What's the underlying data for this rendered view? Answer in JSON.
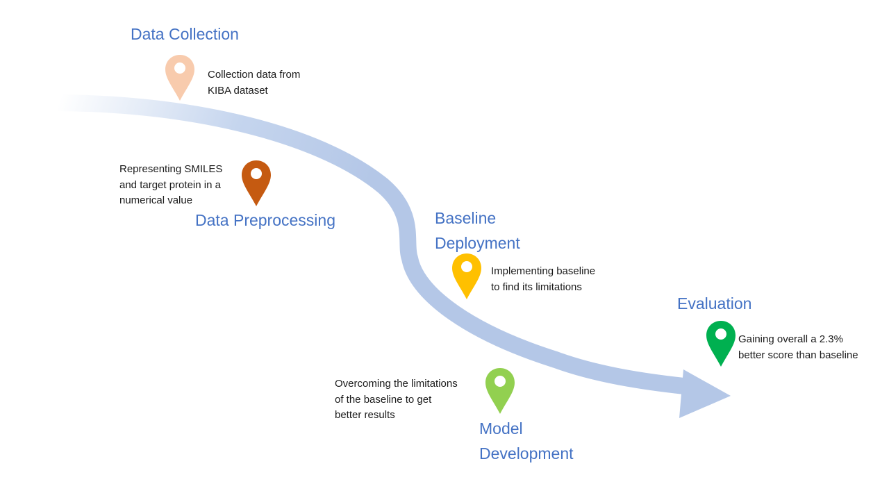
{
  "colors": {
    "path": "#b4c7e7",
    "title": "#4472c4",
    "pin_data_collection": "#f8cbad",
    "pin_data_preprocessing": "#c55a11",
    "pin_baseline_deployment": "#ffc000",
    "pin_model_development": "#92d050",
    "pin_evaluation": "#00b050"
  },
  "icons": {
    "marker": "map-pin-icon",
    "arrow": "arrow-head-icon"
  },
  "stages": {
    "data_collection": {
      "title": [
        "Data Collection"
      ],
      "description": [
        "Collection data from",
        "KIBA dataset"
      ]
    },
    "data_preprocessing": {
      "title": [
        "Data Preprocessing"
      ],
      "description": [
        "Representing SMILES",
        "and target protein in a",
        "numerical value"
      ]
    },
    "baseline_deployment": {
      "title": [
        "Baseline",
        "Deployment"
      ],
      "description": [
        "Implementing baseline",
        "to find its limitations"
      ]
    },
    "model_development": {
      "title": [
        "Model",
        "Development"
      ],
      "description": [
        "Overcoming the limitations",
        "of the baseline to get",
        "better results"
      ]
    },
    "evaluation": {
      "title": [
        "Evaluation"
      ],
      "description": [
        "Gaining overall a 2.3%",
        "better score than baseline"
      ]
    }
  }
}
